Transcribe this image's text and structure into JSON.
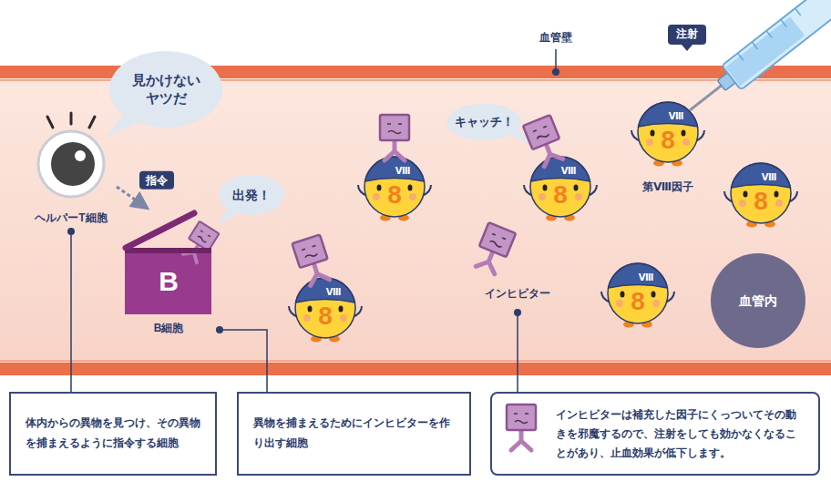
{
  "diagram": {
    "nodes": [
      {
        "text": [
          "見かけないヤツだ"
        ]
      },
      {
        "text": [
          "ヘルパーT細胞"
        ]
      },
      {
        "text": [
          "出発！"
        ]
      },
      {
        "text": [
          "B",
          "B細胞"
        ]
      },
      {
        "text": [
          "キャッチ！"
        ]
      },
      {
        "text": [
          "注射"
        ]
      },
      {
        "text": [
          "血管内"
        ]
      },
      {
        "text": [
          "体内からの異物を見つけ、その異物を捕まえるように指令する細胞"
        ]
      },
      {
        "text": [
          "異物を捕まえるためにインヒビターを作り出す細胞"
        ]
      },
      {
        "text": [
          "インヒビターは補充した因子にくっついてその動きを邪魔するので、注射をしても効かなくなることがあり、止血効果が低下します。"
        ]
      }
    ],
    "edges": [
      {
        "from": 1,
        "to": 3,
        "arrow": "to",
        "label": "指令"
      },
      {
        "from": 1,
        "to": 7,
        "arrow": "none"
      },
      {
        "from": 3,
        "to": 8,
        "arrow": "none"
      }
    ],
    "labels": [
      "血管壁",
      "第Ⅷ因子",
      "インヒビター",
      "Ⅷ",
      "Ⅷ",
      "Ⅷ",
      "Ⅷ",
      "Ⅷ",
      "Ⅷ",
      "8",
      "8",
      "8",
      "8",
      "8",
      "8"
    ]
  }
}
